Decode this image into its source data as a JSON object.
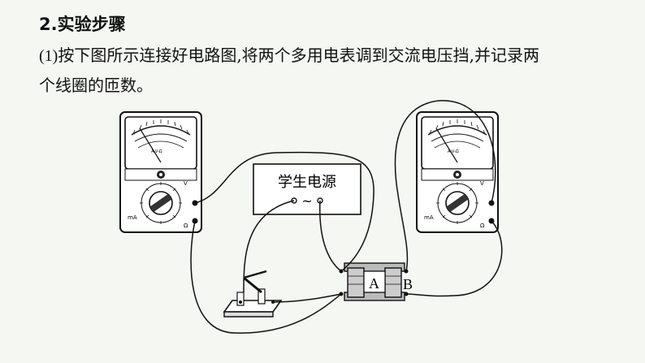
{
  "heading": {
    "number": "2",
    "title": "实验步骤"
  },
  "step1": {
    "number": "(1)",
    "line1": "按下图所示连接好电路图,将两个多用电表调到交流电压挡,并记录两",
    "line2": "个线圈的匝数。"
  },
  "diagram": {
    "power_supply_label": "学生电源",
    "ac_symbol": "~",
    "coil_a_label": "A",
    "coil_b_label": "B",
    "meter_scale_label": "A-V-Ω",
    "meter_ma_label": "mA",
    "meter_v_label": "V",
    "meter_omega_label": "Ω"
  }
}
